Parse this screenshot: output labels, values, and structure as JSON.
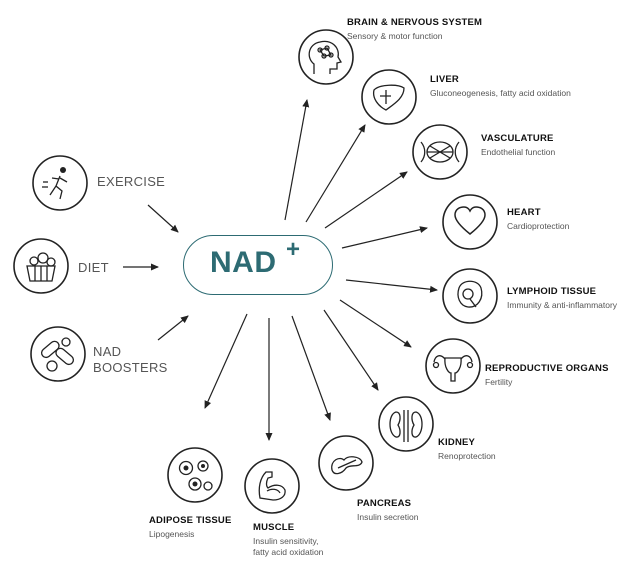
{
  "center": {
    "text": "NAD",
    "superscript": "+"
  },
  "inputs": [
    {
      "id": "exercise",
      "icon": "running-person-icon",
      "label": "EXERCISE"
    },
    {
      "id": "diet",
      "icon": "food-basket-icon",
      "label": "DIET"
    },
    {
      "id": "boosters",
      "icon": "pills-icon",
      "label_line1": "NAD",
      "label_line2": "BOOSTERS"
    }
  ],
  "targets": [
    {
      "id": "brain",
      "icon": "brain-head-icon",
      "title": "BRAIN & NERVOUS SYSTEM",
      "subtitle": "Sensory & motor function"
    },
    {
      "id": "liver",
      "icon": "liver-icon",
      "title": "LIVER",
      "subtitle": "Gluconeogenesis, fatty acid oxidation"
    },
    {
      "id": "vasculature",
      "icon": "blood-vessel-icon",
      "title": "VASCULATURE",
      "subtitle": "Endothelial function"
    },
    {
      "id": "heart",
      "icon": "heart-icon",
      "title": "HEART",
      "subtitle": "Cardioprotection"
    },
    {
      "id": "lymphoid",
      "icon": "lymph-node-icon",
      "title": "LYMPHOID TISSUE",
      "subtitle": "Immunity & anti-inflammatory"
    },
    {
      "id": "reproductive",
      "icon": "uterus-icon",
      "title": "REPRODUCTIVE ORGANS",
      "subtitle": "Fertility"
    },
    {
      "id": "kidney",
      "icon": "kidney-icon",
      "title": "KIDNEY",
      "subtitle": "Renoprotection"
    },
    {
      "id": "pancreas",
      "icon": "pancreas-icon",
      "title": "PANCREAS",
      "subtitle": "Insulin secretion"
    },
    {
      "id": "muscle",
      "icon": "muscle-arm-icon",
      "title": "MUSCLE",
      "subtitle_line1": "Insulin sensitivity,",
      "subtitle_line2": "fatty acid oxidation"
    },
    {
      "id": "adipose",
      "icon": "fat-cells-icon",
      "title": "ADIPOSE TISSUE",
      "subtitle": "Lipogenesis"
    }
  ]
}
